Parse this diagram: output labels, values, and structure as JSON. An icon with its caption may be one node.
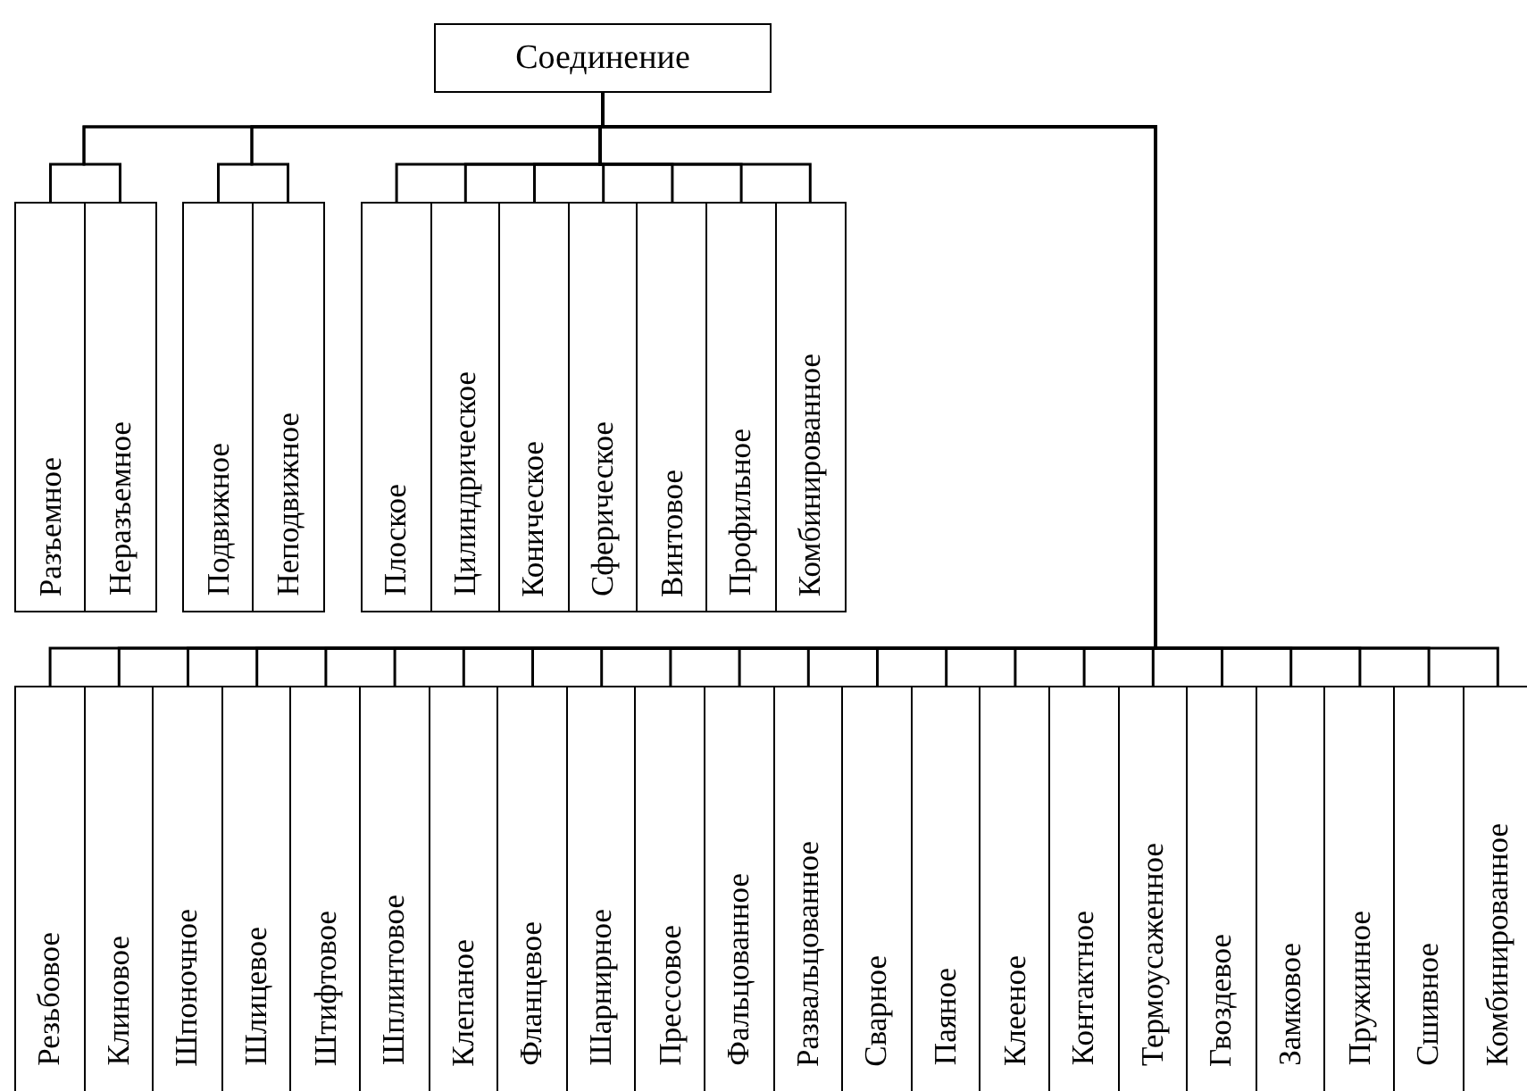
{
  "diagram": {
    "nodes": [
      {
        "text": [
          "Соединение"
        ]
      },
      {
        "text": [
          "Разъемное"
        ]
      },
      {
        "text": [
          "Неразъемное"
        ]
      },
      {
        "text": [
          "Подвижное"
        ]
      },
      {
        "text": [
          "Неподвижное"
        ]
      },
      {
        "text": [
          "Плоское"
        ]
      },
      {
        "text": [
          "Цилиндрическое"
        ]
      },
      {
        "text": [
          "Коническое"
        ]
      },
      {
        "text": [
          "Сферическое"
        ]
      },
      {
        "text": [
          "Винтовое"
        ]
      },
      {
        "text": [
          "Профильное"
        ]
      },
      {
        "text": [
          "Комбинированное"
        ]
      },
      {
        "text": [
          "Резьбовое"
        ]
      },
      {
        "text": [
          "Клиновое"
        ]
      },
      {
        "text": [
          "Шпоночное"
        ]
      },
      {
        "text": [
          "Шлицевое"
        ]
      },
      {
        "text": [
          "Штифтовое"
        ]
      },
      {
        "text": [
          "Шплинтовое"
        ]
      },
      {
        "text": [
          "Клепаное"
        ]
      },
      {
        "text": [
          "Фланцевое"
        ]
      },
      {
        "text": [
          "Шарнирное"
        ]
      },
      {
        "text": [
          "Прессовое"
        ]
      },
      {
        "text": [
          "Фальцованное"
        ]
      },
      {
        "text": [
          "Развальцованное"
        ]
      },
      {
        "text": [
          "Сварное"
        ]
      },
      {
        "text": [
          "Паяное"
        ]
      },
      {
        "text": [
          "Клееное"
        ]
      },
      {
        "text": [
          "Контактное"
        ]
      },
      {
        "text": [
          "Термоусаженное"
        ]
      },
      {
        "text": [
          "Гвоздевое"
        ]
      },
      {
        "text": [
          "Замковое"
        ]
      },
      {
        "text": [
          "Пружинное"
        ]
      },
      {
        "text": [
          "Сшивное"
        ]
      },
      {
        "text": [
          "Комбинированное"
        ]
      }
    ],
    "edges": [
      {
        "from": 0,
        "to": 1,
        "arrow": "none"
      },
      {
        "from": 0,
        "to": 2,
        "arrow": "none"
      },
      {
        "from": 0,
        "to": 3,
        "arrow": "none"
      },
      {
        "from": 0,
        "to": 4,
        "arrow": "none"
      },
      {
        "from": 0,
        "to": 5,
        "arrow": "none"
      },
      {
        "from": 0,
        "to": 6,
        "arrow": "none"
      },
      {
        "from": 0,
        "to": 7,
        "arrow": "none"
      },
      {
        "from": 0,
        "to": 8,
        "arrow": "none"
      },
      {
        "from": 0,
        "to": 9,
        "arrow": "none"
      },
      {
        "from": 0,
        "to": 10,
        "arrow": "none"
      },
      {
        "from": 0,
        "to": 11,
        "arrow": "none"
      },
      {
        "from": 0,
        "to": 12,
        "arrow": "none"
      },
      {
        "from": 0,
        "to": 13,
        "arrow": "none"
      },
      {
        "from": 0,
        "to": 14,
        "arrow": "none"
      },
      {
        "from": 0,
        "to": 15,
        "arrow": "none"
      },
      {
        "from": 0,
        "to": 16,
        "arrow": "none"
      },
      {
        "from": 0,
        "to": 17,
        "arrow": "none"
      },
      {
        "from": 0,
        "to": 18,
        "arrow": "none"
      },
      {
        "from": 0,
        "to": 19,
        "arrow": "none"
      },
      {
        "from": 0,
        "to": 20,
        "arrow": "none"
      },
      {
        "from": 0,
        "to": 21,
        "arrow": "none"
      },
      {
        "from": 0,
        "to": 22,
        "arrow": "none"
      },
      {
        "from": 0,
        "to": 23,
        "arrow": "none"
      },
      {
        "from": 0,
        "to": 24,
        "arrow": "none"
      },
      {
        "from": 0,
        "to": 25,
        "arrow": "none"
      },
      {
        "from": 0,
        "to": 26,
        "arrow": "none"
      },
      {
        "from": 0,
        "to": 27,
        "arrow": "none"
      },
      {
        "from": 0,
        "to": 28,
        "arrow": "none"
      },
      {
        "from": 0,
        "to": 29,
        "arrow": "none"
      },
      {
        "from": 0,
        "to": 30,
        "arrow": "none"
      },
      {
        "from": 0,
        "to": 31,
        "arrow": "none"
      },
      {
        "from": 0,
        "to": 32,
        "arrow": "none"
      },
      {
        "from": 0,
        "to": 33,
        "arrow": "none"
      }
    ]
  }
}
